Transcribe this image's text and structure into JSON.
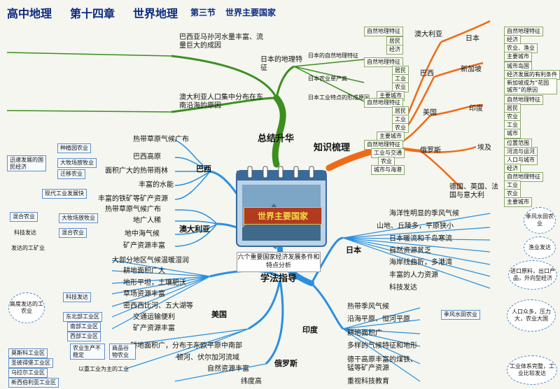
{
  "header": {
    "course": "高中地理",
    "chapter": "第十四章",
    "chapter_title": "世界地理",
    "section": "第三节",
    "section_title": "世界主要国家"
  },
  "center": {
    "title": "世界主要国家",
    "note": "六个重要国家经济发展条件和特点分析"
  },
  "branches": {
    "summary": "总结升华",
    "knowledge": "知识梳理",
    "method": "学法指导"
  },
  "summary": {
    "japan_hub": "日本的地理特征",
    "japan_items": [
      "日本的自然地理特征",
      "日本农业单产高",
      "日本工业特点的形成原因"
    ],
    "brazil_river": "巴西亚马孙河水量丰富、流量巨大的成因",
    "australia_pop": "澳大利亚人口集中分布在东南沿海的原因"
  },
  "knowledge": {
    "countries_left": [
      {
        "name": "澳大利亚",
        "items": [
          "自然地理特征",
          "居民",
          "经济"
        ]
      },
      {
        "name": "巴西",
        "items": [
          "自然地理特征",
          "居民",
          "工业",
          "农业",
          "主要城市"
        ]
      },
      {
        "name": "美国",
        "items": [
          "自然地理特征",
          "居民",
          "工业",
          "农业",
          "主要城市"
        ]
      },
      {
        "name": "俄罗斯",
        "items": [
          "自然地理特征",
          "工业与交通",
          "农业",
          "城市与海港"
        ]
      }
    ],
    "countries_right": [
      {
        "name": "日本",
        "items": [
          "自然地理特征",
          "经济",
          "农业、渔业",
          "主要城市"
        ]
      },
      {
        "name": "新加坡",
        "items": [
          "城市岛国",
          "经济发展的有利条件",
          "新加坡成为“花园城市”的原因"
        ]
      },
      {
        "name": "印度",
        "items": [
          "自然地理特征",
          "居民",
          "农业",
          "工业",
          "城市"
        ]
      },
      {
        "name": "埃及",
        "items": [
          "位置范围",
          "河流与运河",
          "人口与城市",
          "经济"
        ]
      },
      {
        "name": "德国、英国、法国与意大利",
        "items": [
          "自然地理特征",
          "工业",
          "农业",
          "主要城市"
        ]
      }
    ]
  },
  "method_brazil": {
    "name": "巴西",
    "items": [
      "热带草原气候广布",
      "巴西高原",
      "面积广大的热带雨林",
      "丰富的水能",
      "丰富的铁矿等矿产资源"
    ],
    "notes": [
      "种植园农业",
      "大牧场放牧业",
      "迁移农业",
      "迅速发展的国民经济",
      "现代工业发展快"
    ]
  },
  "method_australia": {
    "name": "澳大利亚",
    "items": [
      "热带草原气候广布",
      "地广人稀",
      "地中海气候",
      "矿产资源丰富"
    ],
    "notes": [
      "混合农业",
      "大牧场放牧业",
      "混合农业",
      "科技发达",
      "发达的工矿业"
    ]
  },
  "method_usa": {
    "name": "美国",
    "items": [
      "大部分地区气候温暖湿润",
      "耕地面积广大",
      "地形平坦，土壤肥沃",
      "草场资源丰富",
      "密西西比河、五大湖等",
      "交通运输便利",
      "矿产资源丰富"
    ],
    "notes": [
      "科技发达",
      "高度发达的工农业",
      "东北部工业区",
      "南部工业区",
      "西部工业区"
    ]
  },
  "method_russia": {
    "name": "俄罗斯",
    "items": [
      "耕地面积广，分布于东欧平原中南部",
      "顿河、伏尔加河流域",
      "自然资源丰富",
      "纬度高"
    ],
    "notes": [
      "农业生产不稳定",
      "商品谷物农业",
      "以重工业为主的工业",
      "莫斯科工业区",
      "圣彼得堡工业区",
      "乌拉尔工业区",
      "新西伯利亚工业区"
    ]
  },
  "method_japan": {
    "name": "日本",
    "items": [
      "海洋性明显的季风气候",
      "山地、丘陵多，平原狭小",
      "日本暖流和千岛寒流",
      "自然资源贫乏",
      "海岸线曲折，多港湾",
      "丰富的人力资源",
      "科技发达"
    ],
    "notes": [
      "季风水田农业",
      "渔业发达",
      "进口原料，出口产品，外向型经济"
    ]
  },
  "method_india": {
    "name": "印度",
    "items": [
      "热带季风气候",
      "沿海平原、恒河平原",
      "耕地面积广",
      "多样的气候特征和地形",
      "德干高原丰富的煤铁、锰等矿产资源",
      "重视科技教育"
    ],
    "notes": [
      "季风水田农业",
      "人口众多，压力大，农业大国",
      "工业体系完整，工业比较发达"
    ]
  },
  "colors": {
    "green": "#3c8f1f",
    "orange": "#ef6a16",
    "blue": "#2a8fe0",
    "header": "#0d2a80"
  }
}
